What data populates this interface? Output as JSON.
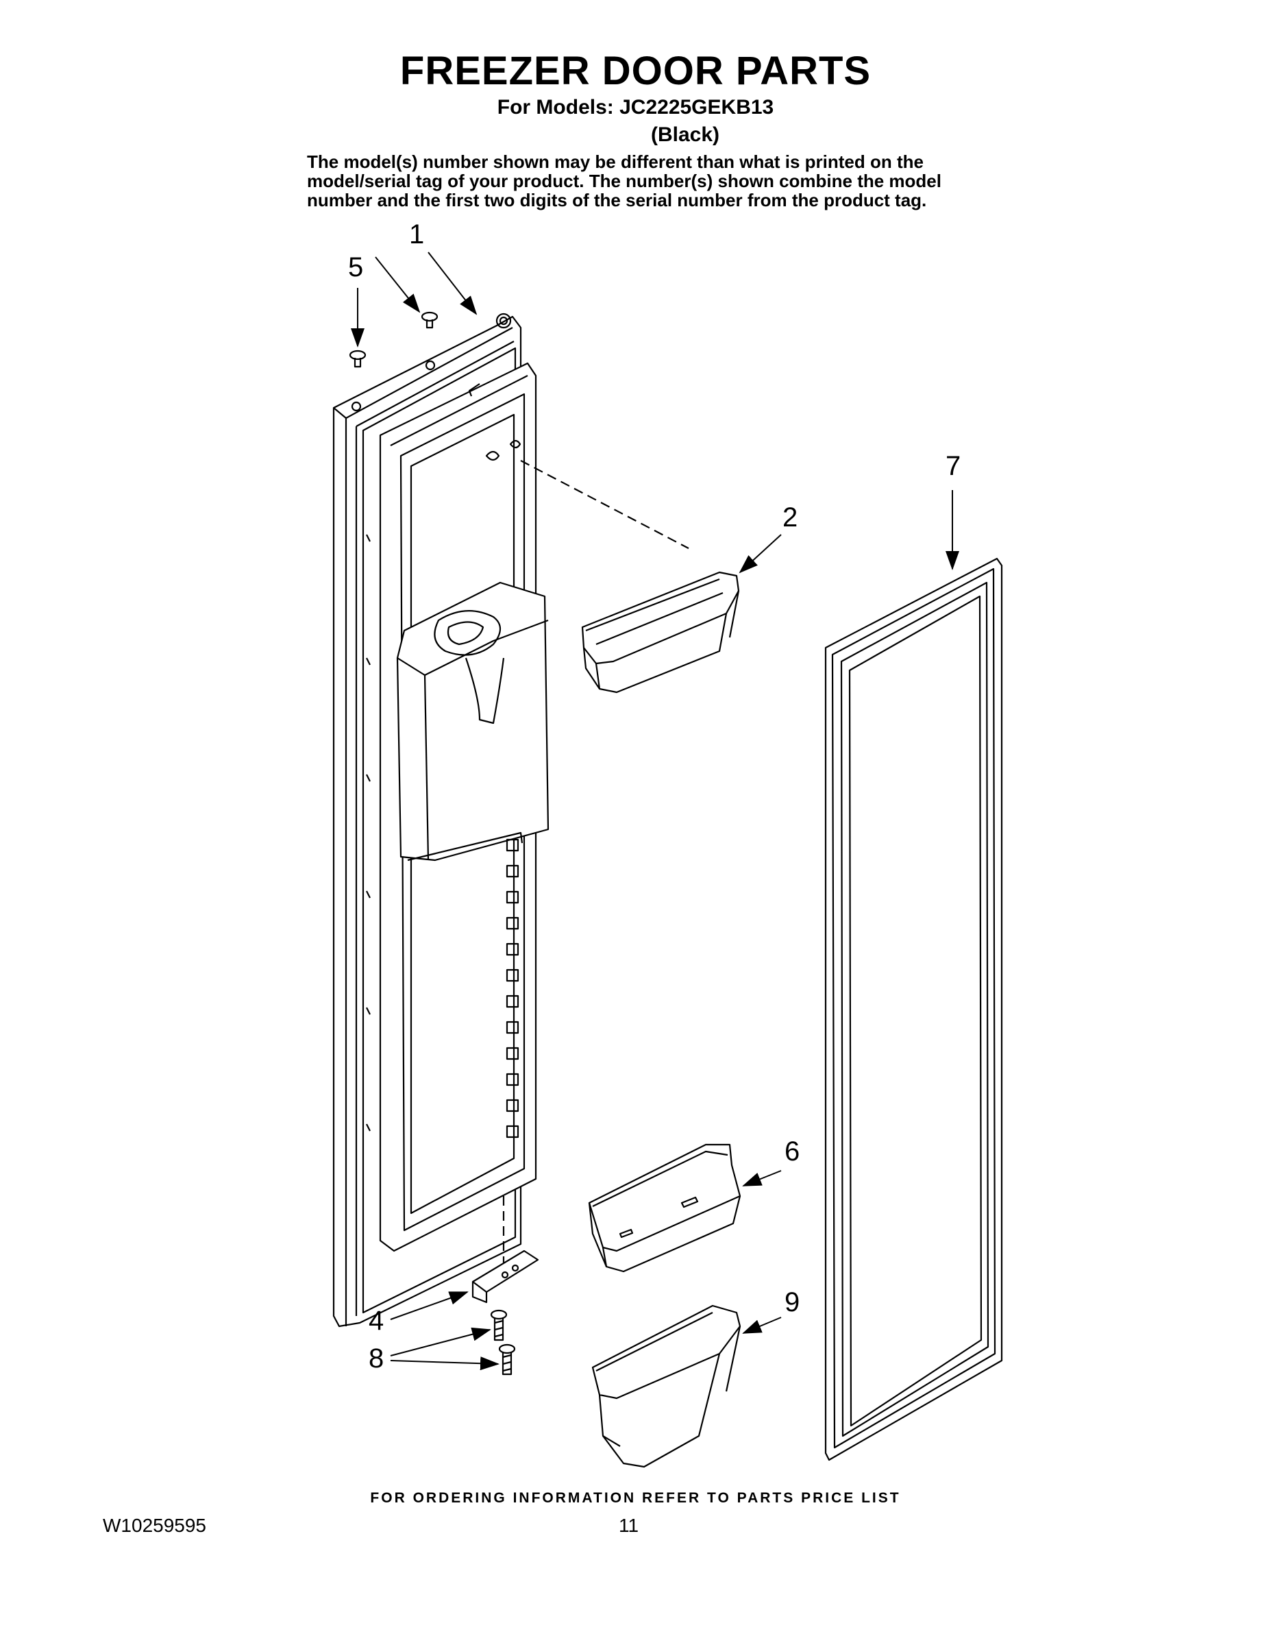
{
  "header": {
    "title": "FREEZER DOOR PARTS",
    "models_line": "For Models: JC2225GEKB13",
    "color": "(Black)",
    "note_lines": [
      "The model(s) number shown may be different than what is printed on the",
      "model/serial tag of your product. The number(s) shown combine the model",
      "number and the first two digits of the serial number from the product tag."
    ]
  },
  "callouts": {
    "c1": "1",
    "c2": "2",
    "c4": "4",
    "c5": "5",
    "c6": "6",
    "c7": "7",
    "c8": "8",
    "c9": "9"
  },
  "footer": {
    "ordering": "FOR ORDERING INFORMATION REFER TO PARTS PRICE LIST",
    "doc_number": "W10259595",
    "page_number": "11"
  }
}
